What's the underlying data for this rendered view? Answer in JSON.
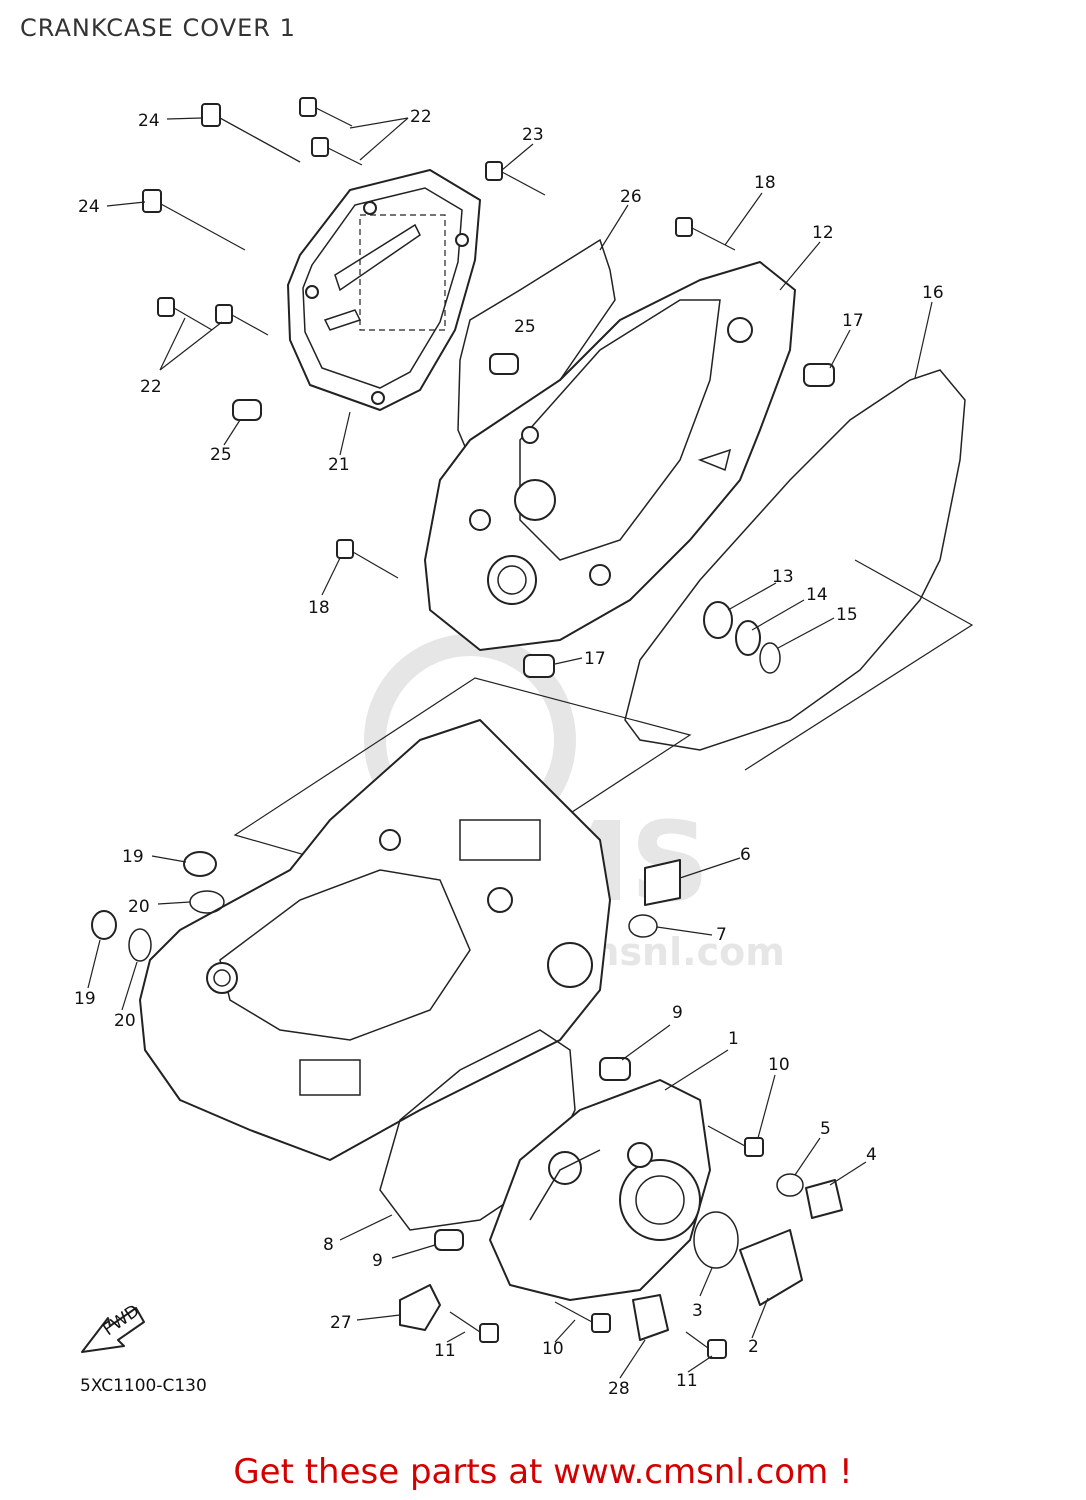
{
  "title": "CRANKCASE COVER 1",
  "diagram_code": "5XC1100-C130",
  "fwd_label": "FWD",
  "footer": "Get these parts at www.cmsnl.com !",
  "watermark": {
    "big": "CMS",
    "url": "www.cmsnl.com"
  },
  "callouts": [
    {
      "id": "c24a",
      "text": "24"
    },
    {
      "id": "c22a",
      "text": "22"
    },
    {
      "id": "c23",
      "text": "23"
    },
    {
      "id": "c24b",
      "text": "24"
    },
    {
      "id": "c26",
      "text": "26"
    },
    {
      "id": "c18a",
      "text": "18"
    },
    {
      "id": "c12",
      "text": "12"
    },
    {
      "id": "c16",
      "text": "16"
    },
    {
      "id": "c25a",
      "text": "25"
    },
    {
      "id": "c17a",
      "text": "17"
    },
    {
      "id": "c22b",
      "text": "22"
    },
    {
      "id": "c25b",
      "text": "25"
    },
    {
      "id": "c21",
      "text": "21"
    },
    {
      "id": "c13",
      "text": "13"
    },
    {
      "id": "c14",
      "text": "14"
    },
    {
      "id": "c15",
      "text": "15"
    },
    {
      "id": "c18b",
      "text": "18"
    },
    {
      "id": "c17b",
      "text": "17"
    },
    {
      "id": "c6",
      "text": "6"
    },
    {
      "id": "c19a",
      "text": "19"
    },
    {
      "id": "c20a",
      "text": "20"
    },
    {
      "id": "c7",
      "text": "7"
    },
    {
      "id": "c19b",
      "text": "19"
    },
    {
      "id": "c20b",
      "text": "20"
    },
    {
      "id": "c9a",
      "text": "9"
    },
    {
      "id": "c1",
      "text": "1"
    },
    {
      "id": "c10a",
      "text": "10"
    },
    {
      "id": "c5",
      "text": "5"
    },
    {
      "id": "c4",
      "text": "4"
    },
    {
      "id": "c8",
      "text": "8"
    },
    {
      "id": "c9b",
      "text": "9"
    },
    {
      "id": "c3",
      "text": "3"
    },
    {
      "id": "c27",
      "text": "27"
    },
    {
      "id": "c11a",
      "text": "11"
    },
    {
      "id": "c10b",
      "text": "10"
    },
    {
      "id": "c2",
      "text": "2"
    },
    {
      "id": "c11b",
      "text": "11"
    },
    {
      "id": "c28",
      "text": "28"
    }
  ]
}
